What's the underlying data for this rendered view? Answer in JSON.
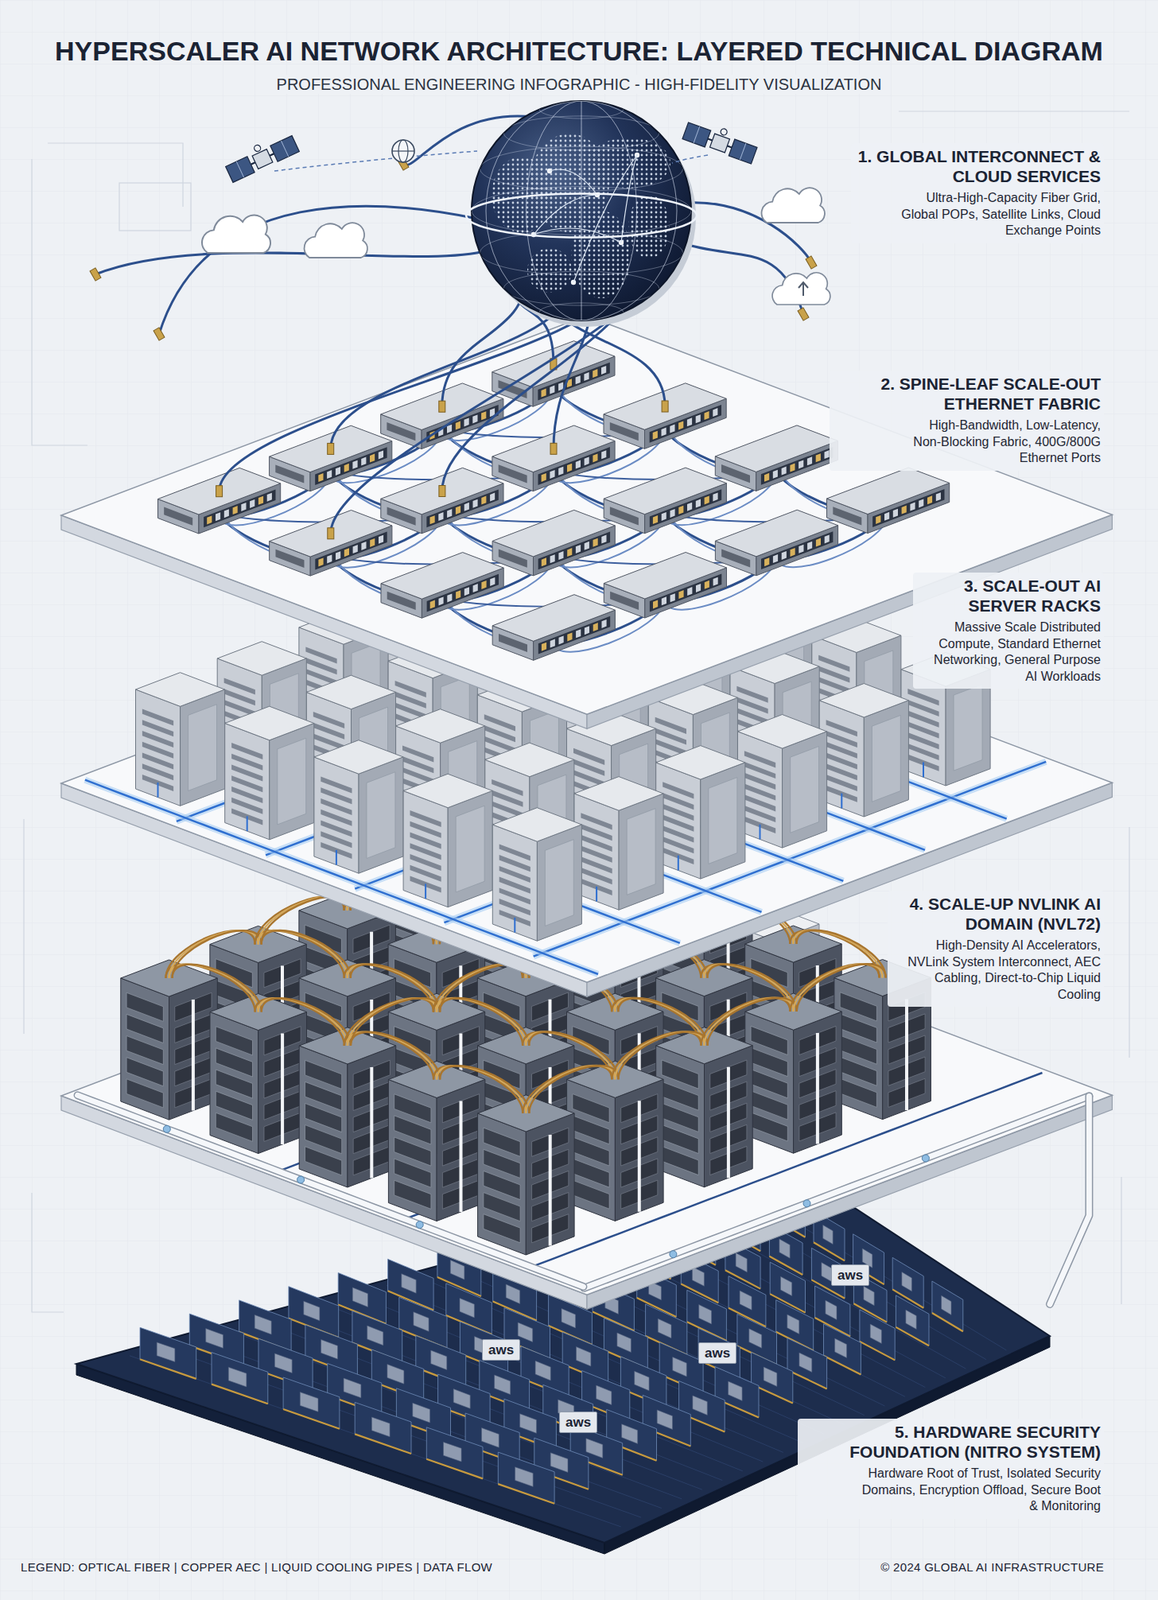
{
  "diagram": {
    "title": "HYPERSCALER AI NETWORK ARCHITECTURE: LAYERED TECHNICAL DIAGRAM",
    "caption": "PROFESSIONAL ENGINEERING INFOGRAPHIC - HIGH-FIDELITY VISUALIZATION",
    "nodes": [
      {
        "text": [
          "1. GLOBAL INTERCONNECT & CLOUD SERVICES",
          "Ultra-High-Capacity Fiber Grid, Global POPs, Satellite Links, Cloud Exchange Points"
        ]
      },
      {
        "text": [
          "2. SPINE-LEAF SCALE-OUT ETHERNET FABRIC",
          "High-Bandwidth, Low-Latency, Non-Blocking Fabric, 400G/800G Ethernet Ports"
        ]
      },
      {
        "text": [
          "3. SCALE-OUT AI SERVER RACKS",
          "Massive Scale Distributed Compute, Standard Ethernet Networking, General Purpose AI Workloads"
        ]
      },
      {
        "text": [
          "4. SCALE-UP NVLINK AI DOMAIN (NVL72)",
          "High-Density AI Accelerators, NVLink System Interconnect, AEC Cabling, Direct-to-Chip Liquid Cooling"
        ]
      },
      {
        "text": [
          "5. HARDWARE SECURITY FOUNDATION (NITRO SYSTEM)",
          "Hardware Root of Trust, Isolated Security Domains, Encryption Offload, Secure Boot & Monitoring"
        ]
      }
    ],
    "labels": [
      "aws",
      "aws",
      "aws",
      "aws",
      "LEGEND: OPTICAL FIBER | COPPER AEC | LIQUID COOLING PIPES | DATA FLOW",
      "© 2024 GLOBAL AI INFRASTRUCTURE"
    ]
  }
}
